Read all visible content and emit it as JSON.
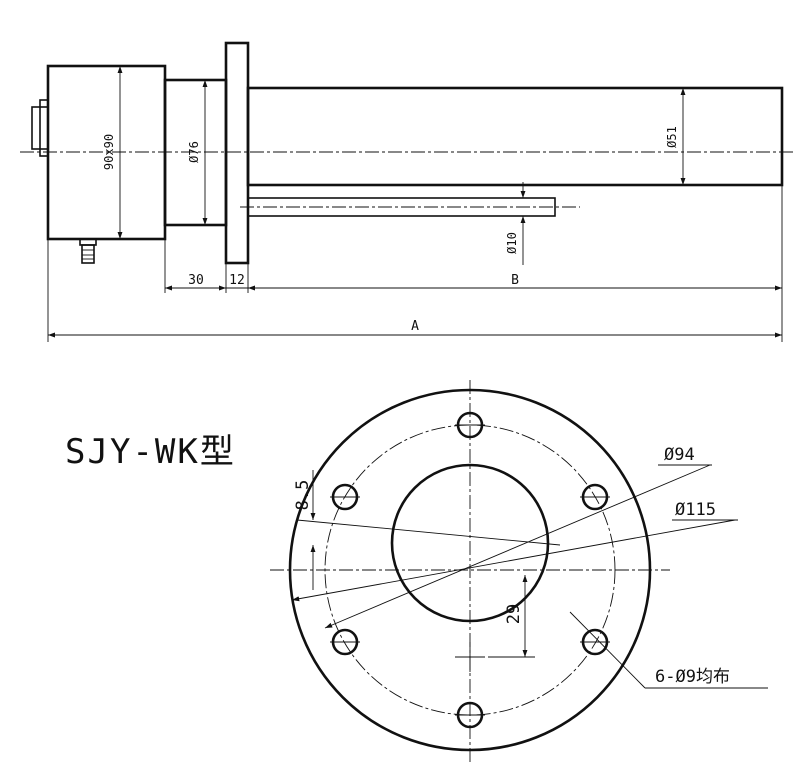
{
  "title": "SJY-WK型",
  "side_view": {
    "dim_housing": "90x90",
    "dim_neck": "Ø76",
    "dim_tube": "Ø51",
    "dim_rod": "Ø10",
    "dim_neck_len": "30",
    "dim_flange_thk": "12",
    "dim_B": "B",
    "dim_A": "A"
  },
  "flange_view": {
    "dim_pcd": "Ø94",
    "dim_outer": "Ø115",
    "dim_edge": "8.5",
    "dim_offset": "29",
    "holes_note": "6-Ø9均布"
  }
}
